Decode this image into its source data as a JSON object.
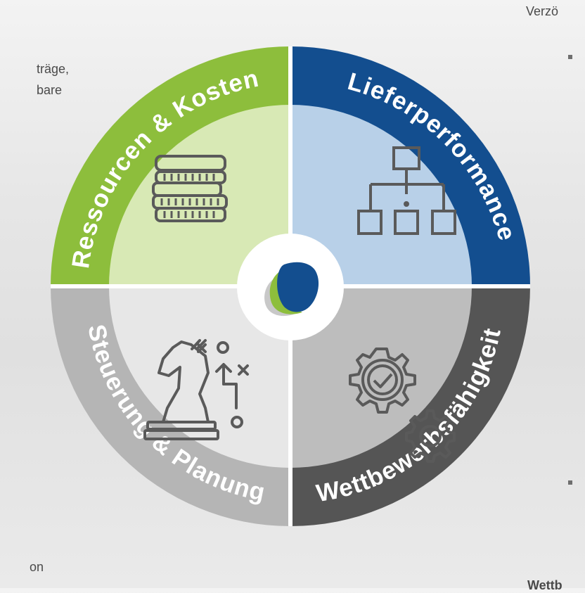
{
  "background_text": {
    "top_right": "Verzö",
    "left_line1": "träge,",
    "left_line2": "bare",
    "bottom_left": "on",
    "bottom_right": "Wettb"
  },
  "segments": {
    "top_left": {
      "label": "Ressourcen & Kosten",
      "icon": "coins-stack-icon",
      "ring_color": "#8dbe3c",
      "fill_color": "#d8e9b5"
    },
    "top_right": {
      "label": "Lieferperformance",
      "icon": "org-chart-icon",
      "ring_color": "#134e8f",
      "fill_color": "#b8d0e8"
    },
    "bottom_left": {
      "label": "Steuerung & Planung",
      "icon": "chess-knight-strategy-icon",
      "ring_color": "#b5b5b5",
      "fill_color": "#e7e7e7"
    },
    "bottom_right": {
      "label": "Wettbewerbsfähigkeit",
      "icon": "gears-check-icon",
      "ring_color": "#555555",
      "fill_color": "#bdbdbd"
    }
  },
  "center": {
    "logo": "company-logo"
  }
}
